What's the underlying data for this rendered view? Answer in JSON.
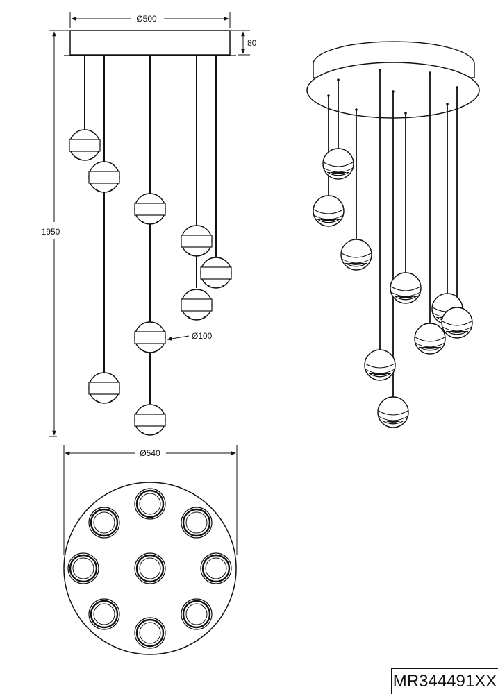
{
  "dimensions": {
    "canopy_diameter": "Ø500",
    "canopy_height": "80",
    "overall_height": "1950",
    "globe_diameter": "Ø100",
    "bottom_diameter": "Ø540"
  },
  "model_number": "MR344491XX",
  "line_color": "#111111"
}
